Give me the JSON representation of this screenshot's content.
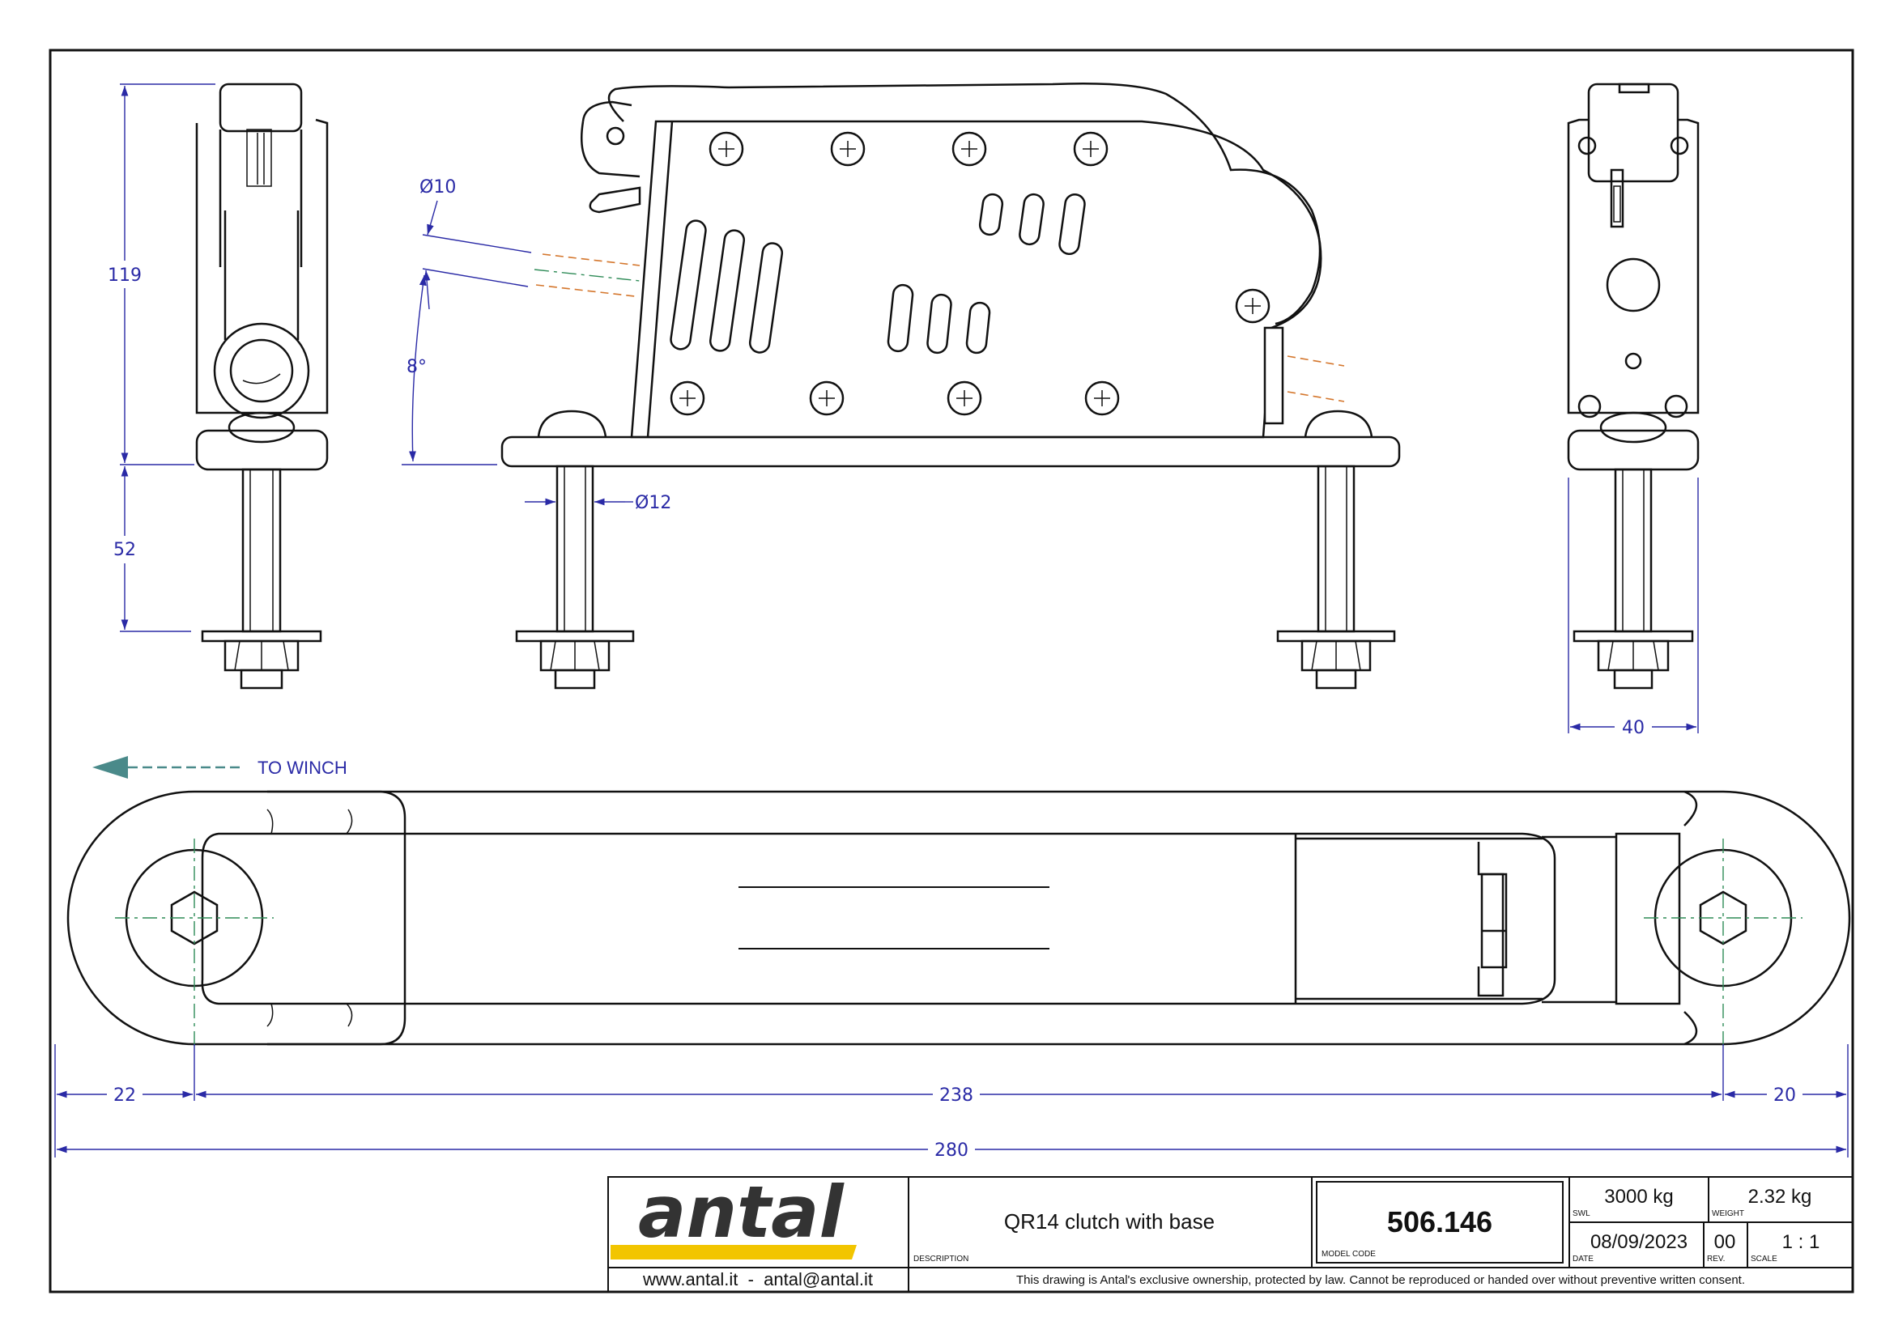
{
  "dimensions": {
    "height_119": "119",
    "height_52": "52",
    "width_40": "40",
    "dia_10": "Ø10",
    "angle_8": "8°",
    "dia_12": "Ø12",
    "len_22": "22",
    "len_238": "238",
    "len_20": "20",
    "len_280": "280"
  },
  "annotation": {
    "to_winch": "TO WINCH"
  },
  "title_block": {
    "logo_text": "antal",
    "contacts": "www.antal.it  -  antal@antal.it",
    "description_label": "DESCRIPTION",
    "description": "QR14 clutch with base",
    "model_code_label": "MODEL CODE",
    "model_code": "506.146",
    "swl_label": "SWL",
    "swl": "3000 kg",
    "weight_label": "WEIGHT",
    "weight": "2.32 kg",
    "date_label": "DATE",
    "date": "08/09/2023",
    "rev_label": "REV.",
    "rev": "00",
    "scale_label": "SCALE",
    "scale": "1 : 1",
    "disclaimer": "This drawing is Antal's exclusive ownership, protected by law. Cannot be reproduced or handed over without preventive written consent."
  },
  "colors": {
    "dimension": "#2a2aa6",
    "centerline": "#2e8b57",
    "hidden_line": "#d4762c",
    "logo_accent": "#f2c500",
    "arrow": "#4a8a8a"
  }
}
